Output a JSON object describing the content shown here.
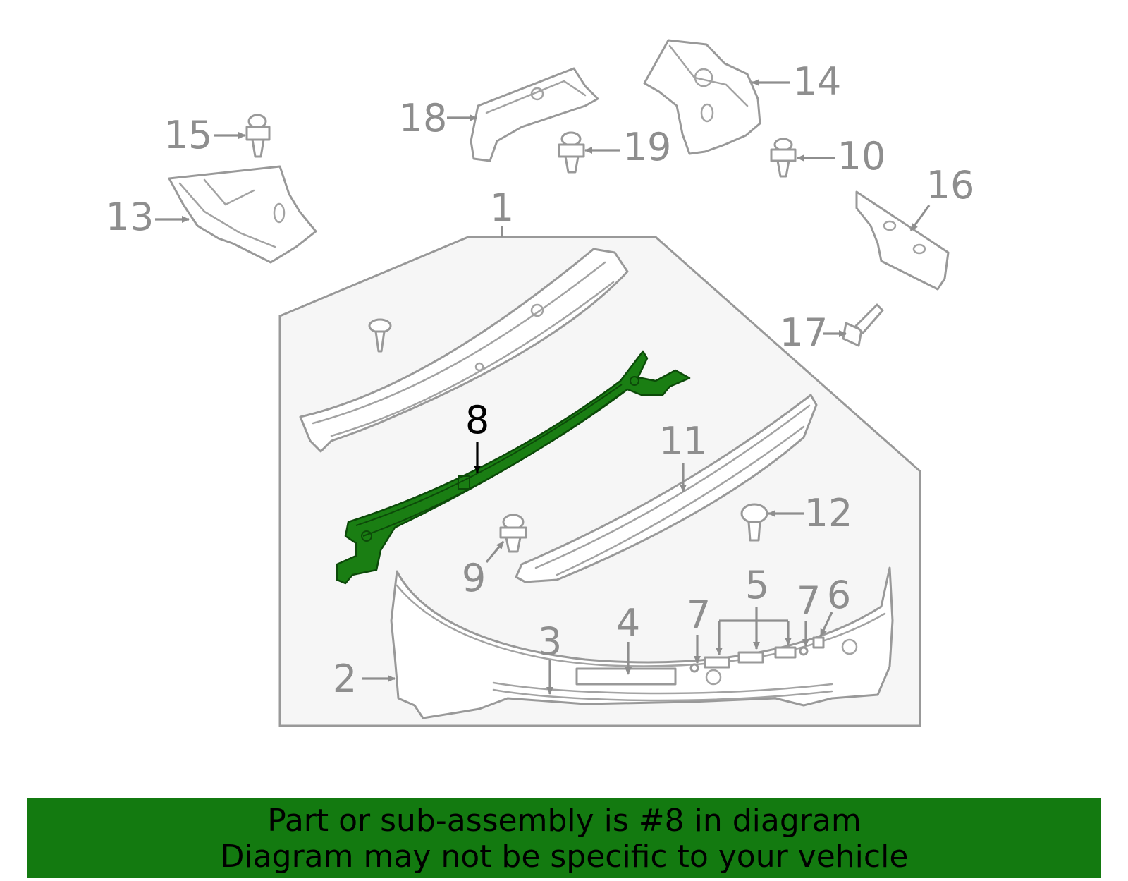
{
  "diagram": {
    "callouts": [
      "1",
      "2",
      "3",
      "4",
      "5",
      "6",
      "7",
      "7",
      "8",
      "9",
      "10",
      "11",
      "12",
      "13",
      "14",
      "15",
      "16",
      "17",
      "18",
      "19"
    ],
    "highlighted_part": "8",
    "colors": {
      "highlight": "#1a7e13",
      "banner": "#137a10",
      "line": "#999999",
      "panel": "#f6f6f6"
    }
  },
  "banner": {
    "line1": "Part or sub-assembly is #8 in diagram",
    "line2": "Diagram may not be specific to your vehicle"
  }
}
